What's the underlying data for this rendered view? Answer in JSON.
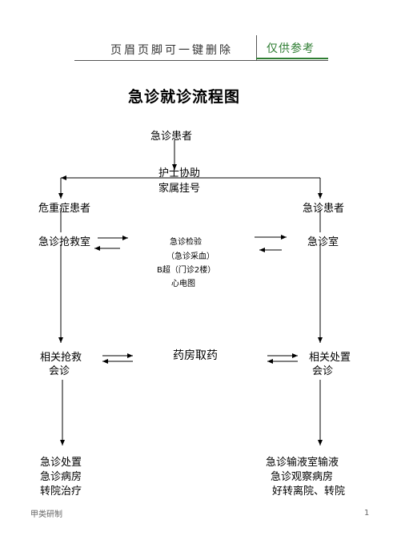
{
  "header": {
    "left_text": "页眉页脚可一键删除",
    "right_text": "仅供参考"
  },
  "title": "急诊就诊流程图",
  "nodes": {
    "patient": "急诊患者",
    "nurse_help": "护士协助",
    "family_register": "家属挂号",
    "critical_patient": "危重症患者",
    "emergency_patient_right": "急诊患者",
    "rescue_room": "急诊抢救室",
    "emergency_room": "急诊室",
    "lab_test": "急诊检验",
    "blood_draw": "（急诊采血）",
    "bultrasound": "B超（门诊2楼）",
    "ecg": "心电图",
    "rescue_consult_line1": "相关抢救",
    "rescue_consult_line2": "会诊",
    "pharmacy": "药房取药",
    "treat_consult_line1": "相关处置",
    "treat_consult_line2": "会诊",
    "left_out_1": "急诊处置",
    "left_out_2": "急诊病房",
    "left_out_3": "转院治疗",
    "right_out_1": "急诊输液室输液",
    "right_out_2": "急诊观察病房",
    "right_out_3": "好转离院、转院"
  },
  "footer": {
    "left": "甲类研制",
    "page": "1"
  }
}
